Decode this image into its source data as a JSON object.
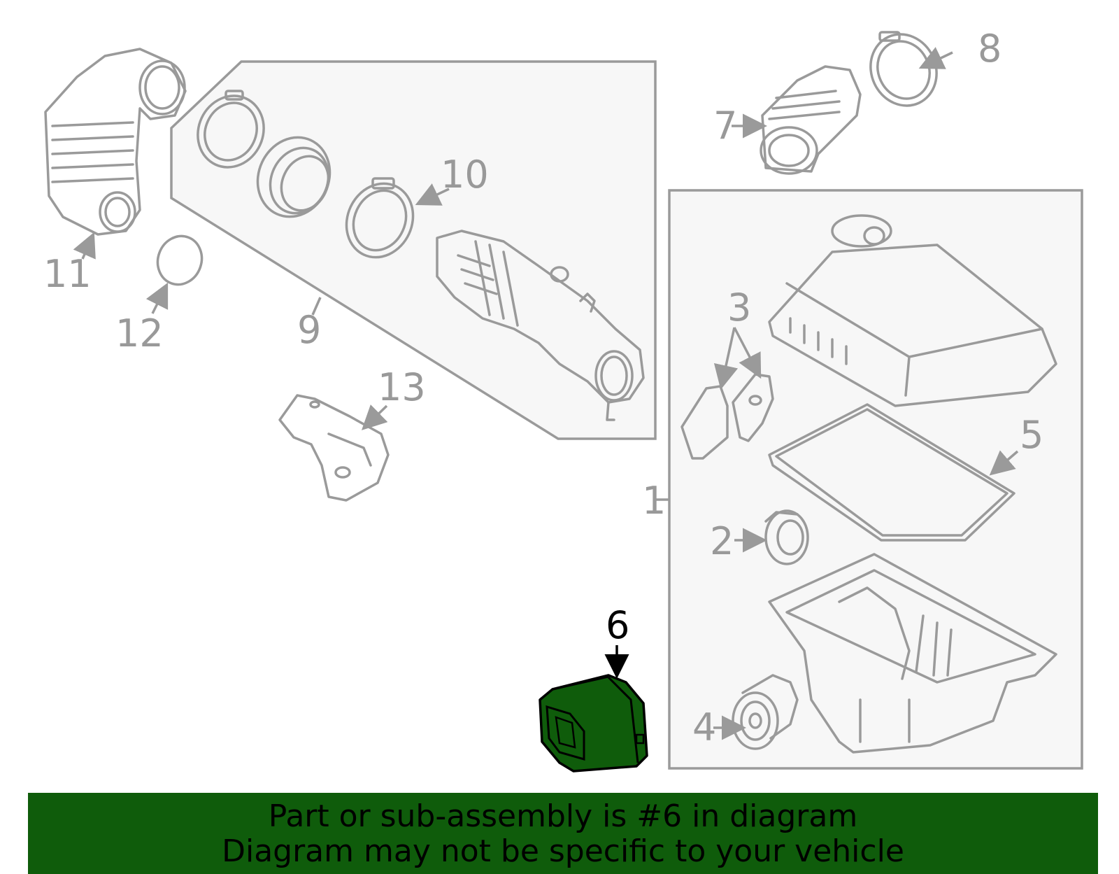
{
  "callouts": {
    "c1": "1",
    "c2": "2",
    "c3": "3",
    "c4": "4",
    "c5": "5",
    "c6": "6",
    "c7": "7",
    "c8": "8",
    "c9": "9",
    "c10": "10",
    "c11": "11",
    "c12": "12",
    "c13": "13"
  },
  "highlighted_part": "6",
  "colors": {
    "highlight_fill": "#0f5c0b",
    "part_stroke": "#9a9a9a",
    "panel_fill": "#f7f7f7",
    "banner_background": "#0f5c0b",
    "banner_text": "#000000"
  },
  "banner": {
    "line1": "Part or sub-assembly is #6 in diagram",
    "line2": "Diagram may not be specific to your vehicle"
  }
}
